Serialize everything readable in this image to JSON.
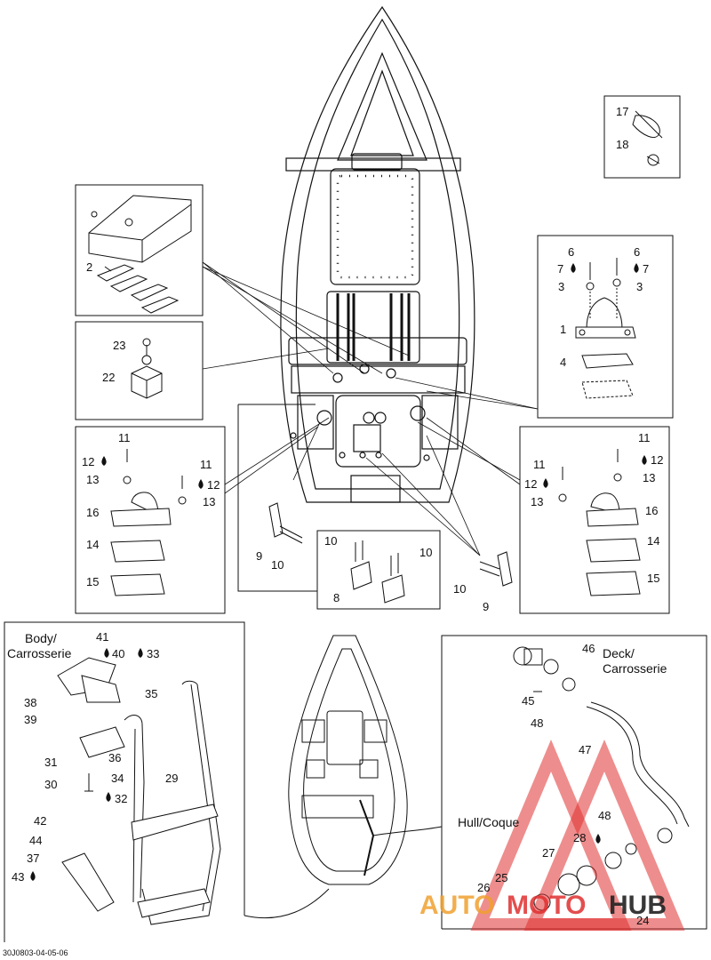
{
  "diagram": {
    "footer_code": "30J0803-04-05-06",
    "text_labels": {
      "body": "Body/",
      "carrosserie_body": "Carrosserie",
      "deck": "Deck/",
      "carrosserie_deck": "Carrosserie",
      "hull": "Hull/Coque"
    },
    "callouts": {
      "c1": "1",
      "c2": "2",
      "c3a": "3",
      "c3b": "3",
      "c4": "4",
      "c6a": "6",
      "c6b": "6",
      "c7a": "7",
      "c7b": "7",
      "c8": "8",
      "c9a": "9",
      "c9b": "9",
      "c10a": "10",
      "c10b": "10",
      "c10c": "10",
      "c10d": "10",
      "c11a": "11",
      "c11b": "11",
      "c11c": "11",
      "c11d": "11",
      "c12a": "12",
      "c12b": "12",
      "c12c": "12",
      "c12d": "12",
      "c13a": "13",
      "c13b": "13",
      "c13c": "13",
      "c13d": "13",
      "c14a": "14",
      "c14b": "14",
      "c15a": "15",
      "c15b": "15",
      "c16a": "16",
      "c16b": "16",
      "c17": "17",
      "c18": "18",
      "c22": "22",
      "c23": "23",
      "c24": "24",
      "c25": "25",
      "c26": "26",
      "c27": "27",
      "c28": "28",
      "c29": "29",
      "c30": "30",
      "c31": "31",
      "c32": "32",
      "c33": "33",
      "c34": "34",
      "c35": "35",
      "c36": "36",
      "c37": "37",
      "c38": "38",
      "c39": "39",
      "c40": "40",
      "c41": "41",
      "c42": "42",
      "c43": "43",
      "c44": "44",
      "c45": "45",
      "c46": "46",
      "c47": "47",
      "c48a": "48",
      "c48b": "48"
    },
    "watermark": {
      "part1": "AUTO",
      "part2": "MOTO",
      "part3": "HUB",
      "color_orange": "#f0a030",
      "color_red": "#e03030",
      "color_dark": "#222222"
    }
  }
}
